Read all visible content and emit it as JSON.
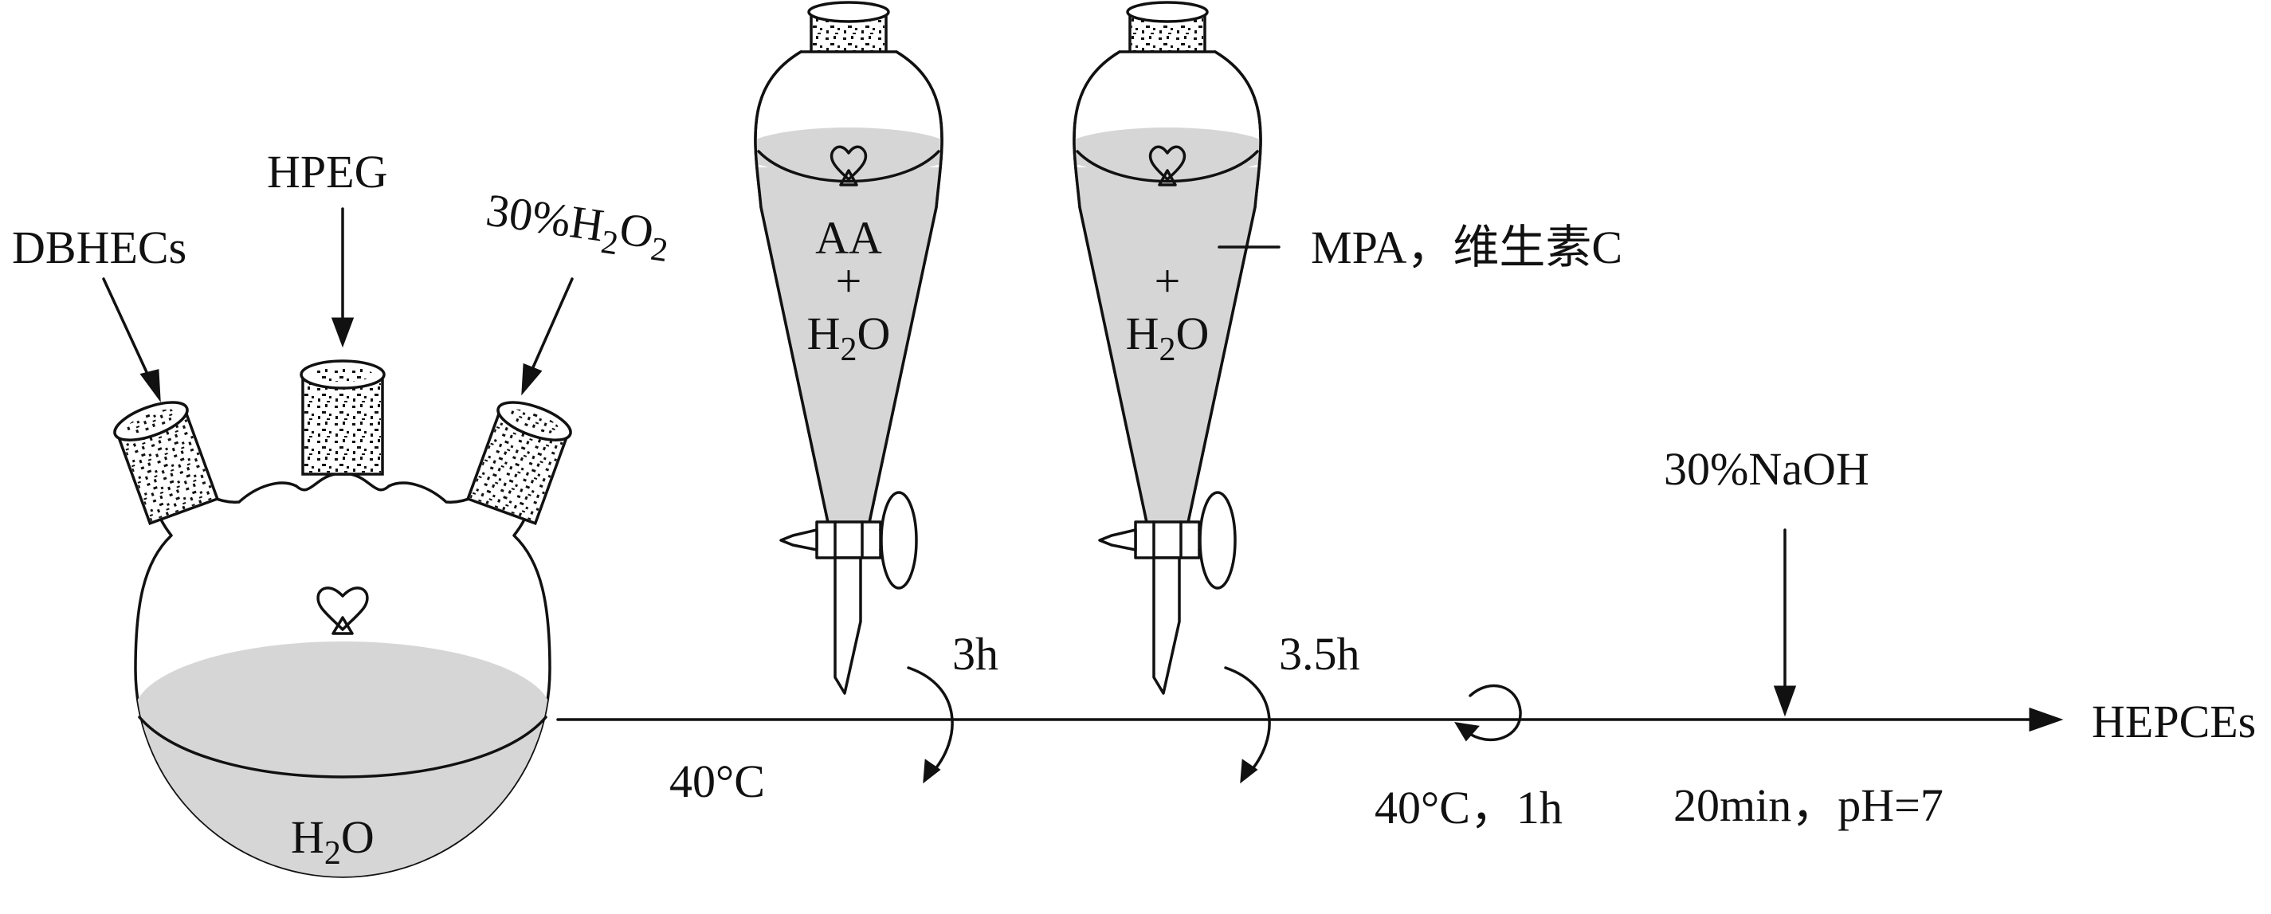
{
  "flask": {
    "inputs": {
      "left": "DBHECs",
      "center": "HPEG",
      "right_prefix": "30%H",
      "right_sub1": "2",
      "right_mid": "O",
      "right_sub2": "2"
    },
    "contents_main": "H",
    "contents_sub": "2",
    "contents_tail": "O"
  },
  "funnel1": {
    "line1": "AA",
    "line2": "+",
    "line3_main": "H",
    "line3_sub": "2",
    "line3_tail": "O"
  },
  "funnel2": {
    "line2": "+",
    "line3_main": "H",
    "line3_sub": "2",
    "line3_tail": "O",
    "callout": "MPA，维生素C"
  },
  "process": {
    "temp1": "40°C",
    "time1": "3h",
    "time2": "3.5h",
    "step3": "40°C，1h",
    "base_addition": "30%NaOH",
    "step4": "20min，pH=7",
    "product": "HEPCEs"
  }
}
